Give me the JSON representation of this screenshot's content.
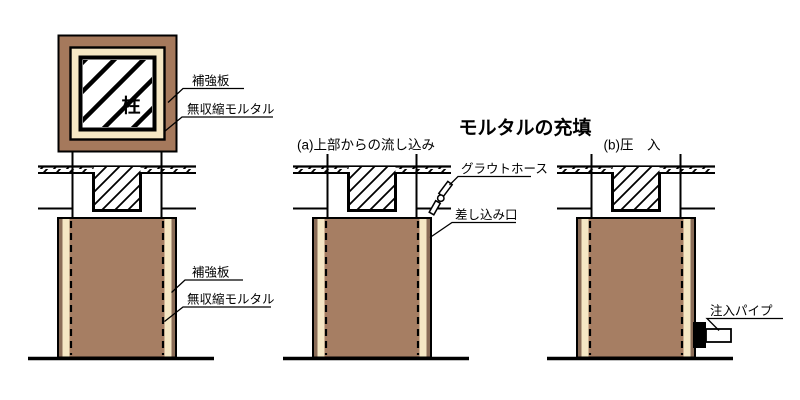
{
  "title": "モルタルの充填",
  "cross_section": {
    "column_label": "柱",
    "plate_label": "補強板",
    "mortar_label": "無収縮モルタル"
  },
  "elevation_left": {
    "plate_label": "補強板",
    "mortar_label": "無収縮モルタル"
  },
  "method_a": {
    "caption": "(a)上部からの流し込み",
    "hose_label": "グラウトホース",
    "inlet_label": "差し込み口"
  },
  "method_b": {
    "caption": "(b)圧　入",
    "pipe_label": "注入パイプ"
  },
  "colors": {
    "plate_brown": "#8A6C57",
    "mortar_cream": "#F5E7C4",
    "column_brown": "#A67E63",
    "section_band_brown": "#A5795C",
    "line": "#000000",
    "background": "#FFFFFF"
  }
}
